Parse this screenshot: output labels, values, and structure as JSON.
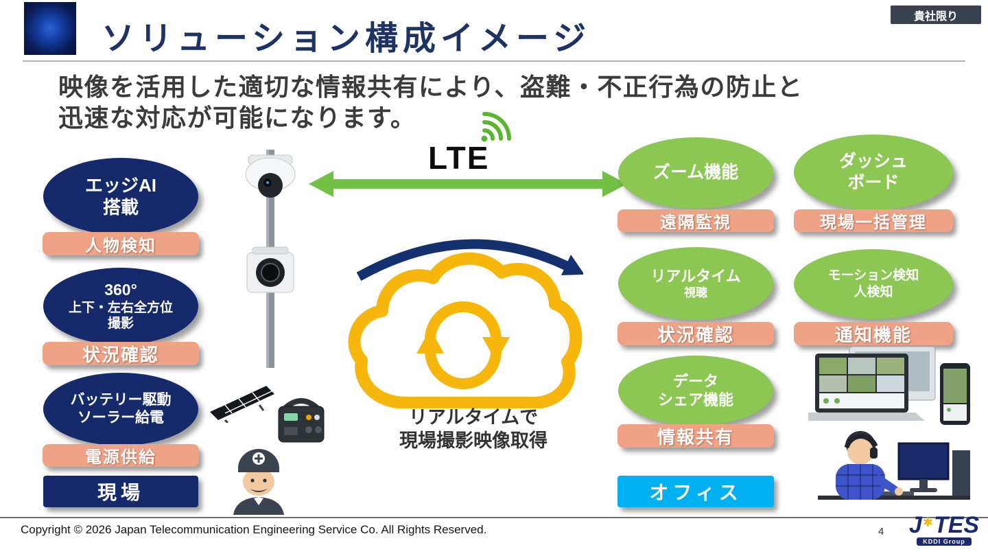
{
  "header": {
    "title": "ソリューション構成イメージ",
    "confidential": "貴社限り"
  },
  "lead": {
    "line1": "映像を活用した適切な情報共有により、盗難・不正行為の防止と",
    "line2": "迅速な対応が可能になります。"
  },
  "network": {
    "lte": "LTE"
  },
  "cloud": {
    "caption1": "リアルタイムで",
    "caption2": "現場撮影映像取得"
  },
  "site": {
    "features": [
      {
        "lines": [
          "エッジAI",
          "搭載"
        ],
        "badge": "人物検知"
      },
      {
        "lines": [
          "360°",
          "上下・左右全方位",
          "撮影"
        ],
        "badge": "状況確認"
      },
      {
        "lines": [
          "バッテリー駆動",
          "ソーラー給電"
        ],
        "badge": "電源供給"
      }
    ],
    "label": "現場"
  },
  "office": {
    "features": [
      {
        "lines": [
          "ズーム機能"
        ],
        "badge": "遠隔監視"
      },
      {
        "lines": [
          "ダッシュ",
          "ボード"
        ],
        "badge": "現場一括管理"
      },
      {
        "lines": [
          "リアルタイム",
          "視聴"
        ],
        "badge": "状況確認"
      },
      {
        "lines": [
          "モーション検知",
          "人検知"
        ],
        "badge": "通知機能"
      },
      {
        "lines": [
          "データ",
          "シェア機能"
        ],
        "badge": "情報共有"
      }
    ],
    "label": "オフィス"
  },
  "footer": {
    "copyright": "Copyright © 2026 Japan Telecommunication Engineering Service Co. All Rights Reserved.",
    "page": "4",
    "logo": {
      "j": "J",
      "star": "✱",
      "tes": "TES",
      "sub": "KDDI Group"
    }
  },
  "colors": {
    "navy": "#16296b",
    "green": "#8cc653",
    "salmon": "#f0a287",
    "cyan": "#00b0f0",
    "cloud_yellow": "#f6b60b",
    "arrow_green": "#72c045"
  }
}
